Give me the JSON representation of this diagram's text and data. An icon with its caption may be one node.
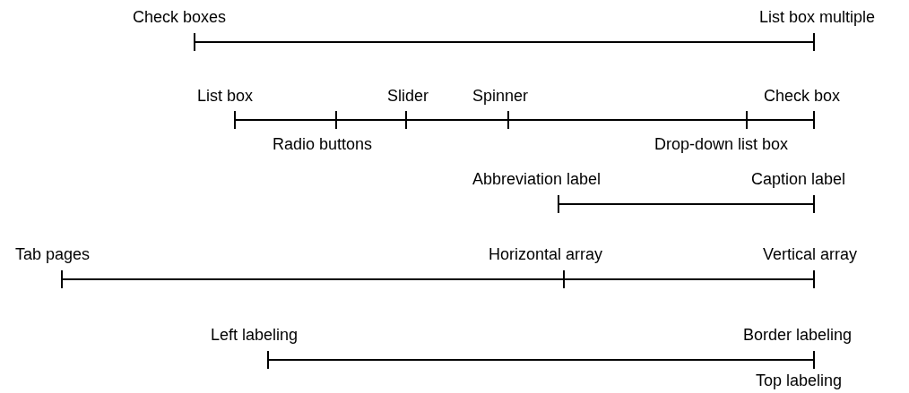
{
  "diagram": {
    "labels": [
      "Check boxes",
      "List box multiple",
      "List box",
      "Slider",
      "Spinner",
      "Check box",
      "Radio buttons",
      "Drop-down list box",
      "Abbreviation label",
      "Caption label",
      "Tab pages",
      "Horizontal array",
      "Vertical array",
      "Left labeling",
      "Border labeling",
      "Top labeling"
    ]
  }
}
